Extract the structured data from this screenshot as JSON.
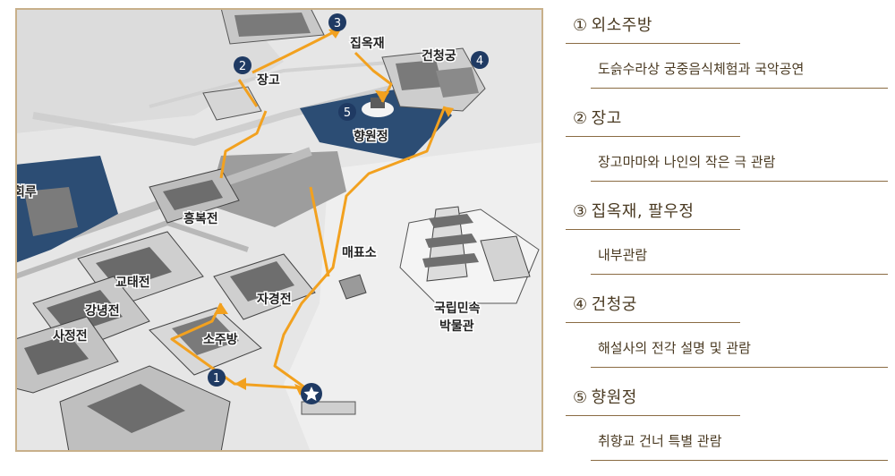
{
  "map": {
    "labels": {
      "janggo": "장고",
      "jibokjae": "집옥재",
      "geoncheonggung": "건청궁",
      "hyangwonjeong": "향원정",
      "hoeru": "회루",
      "heungbokjeon": "흥복전",
      "ticket": "매표소",
      "gyotaejeon": "교태전",
      "jagyeongjeon": "자경전",
      "gangnyeongjeon": "강녕전",
      "sojubang": "소주방",
      "sajeongjeon": "사정전",
      "museum_line1": "국립민속",
      "museum_line2": "박물관"
    },
    "markers": [
      {
        "id": "m1",
        "label": "1"
      },
      {
        "id": "m2",
        "label": "2"
      },
      {
        "id": "m3",
        "label": "3"
      },
      {
        "id": "m4",
        "label": "4"
      },
      {
        "id": "m5",
        "label": "5"
      }
    ],
    "start_icon": "star-icon",
    "colors": {
      "route": "#f2a11f",
      "marker": "#1f3a63",
      "pond": "#2c4d74",
      "frame": "#c8b08a"
    }
  },
  "legend": [
    {
      "num": "①",
      "title": "외소주방",
      "desc": "도슭수라상 궁중음식체험과 국악공연"
    },
    {
      "num": "②",
      "title": "장고",
      "desc": "장고마마와 나인의 작은 극 관람"
    },
    {
      "num": "③",
      "title": "집옥재, 팔우정",
      "desc": "내부관람"
    },
    {
      "num": "④",
      "title": "건청궁",
      "desc": "해설사의 전각 설명 및 관람"
    },
    {
      "num": "⑤",
      "title": "향원정",
      "desc": "취향교 건너 특별 관람"
    }
  ]
}
